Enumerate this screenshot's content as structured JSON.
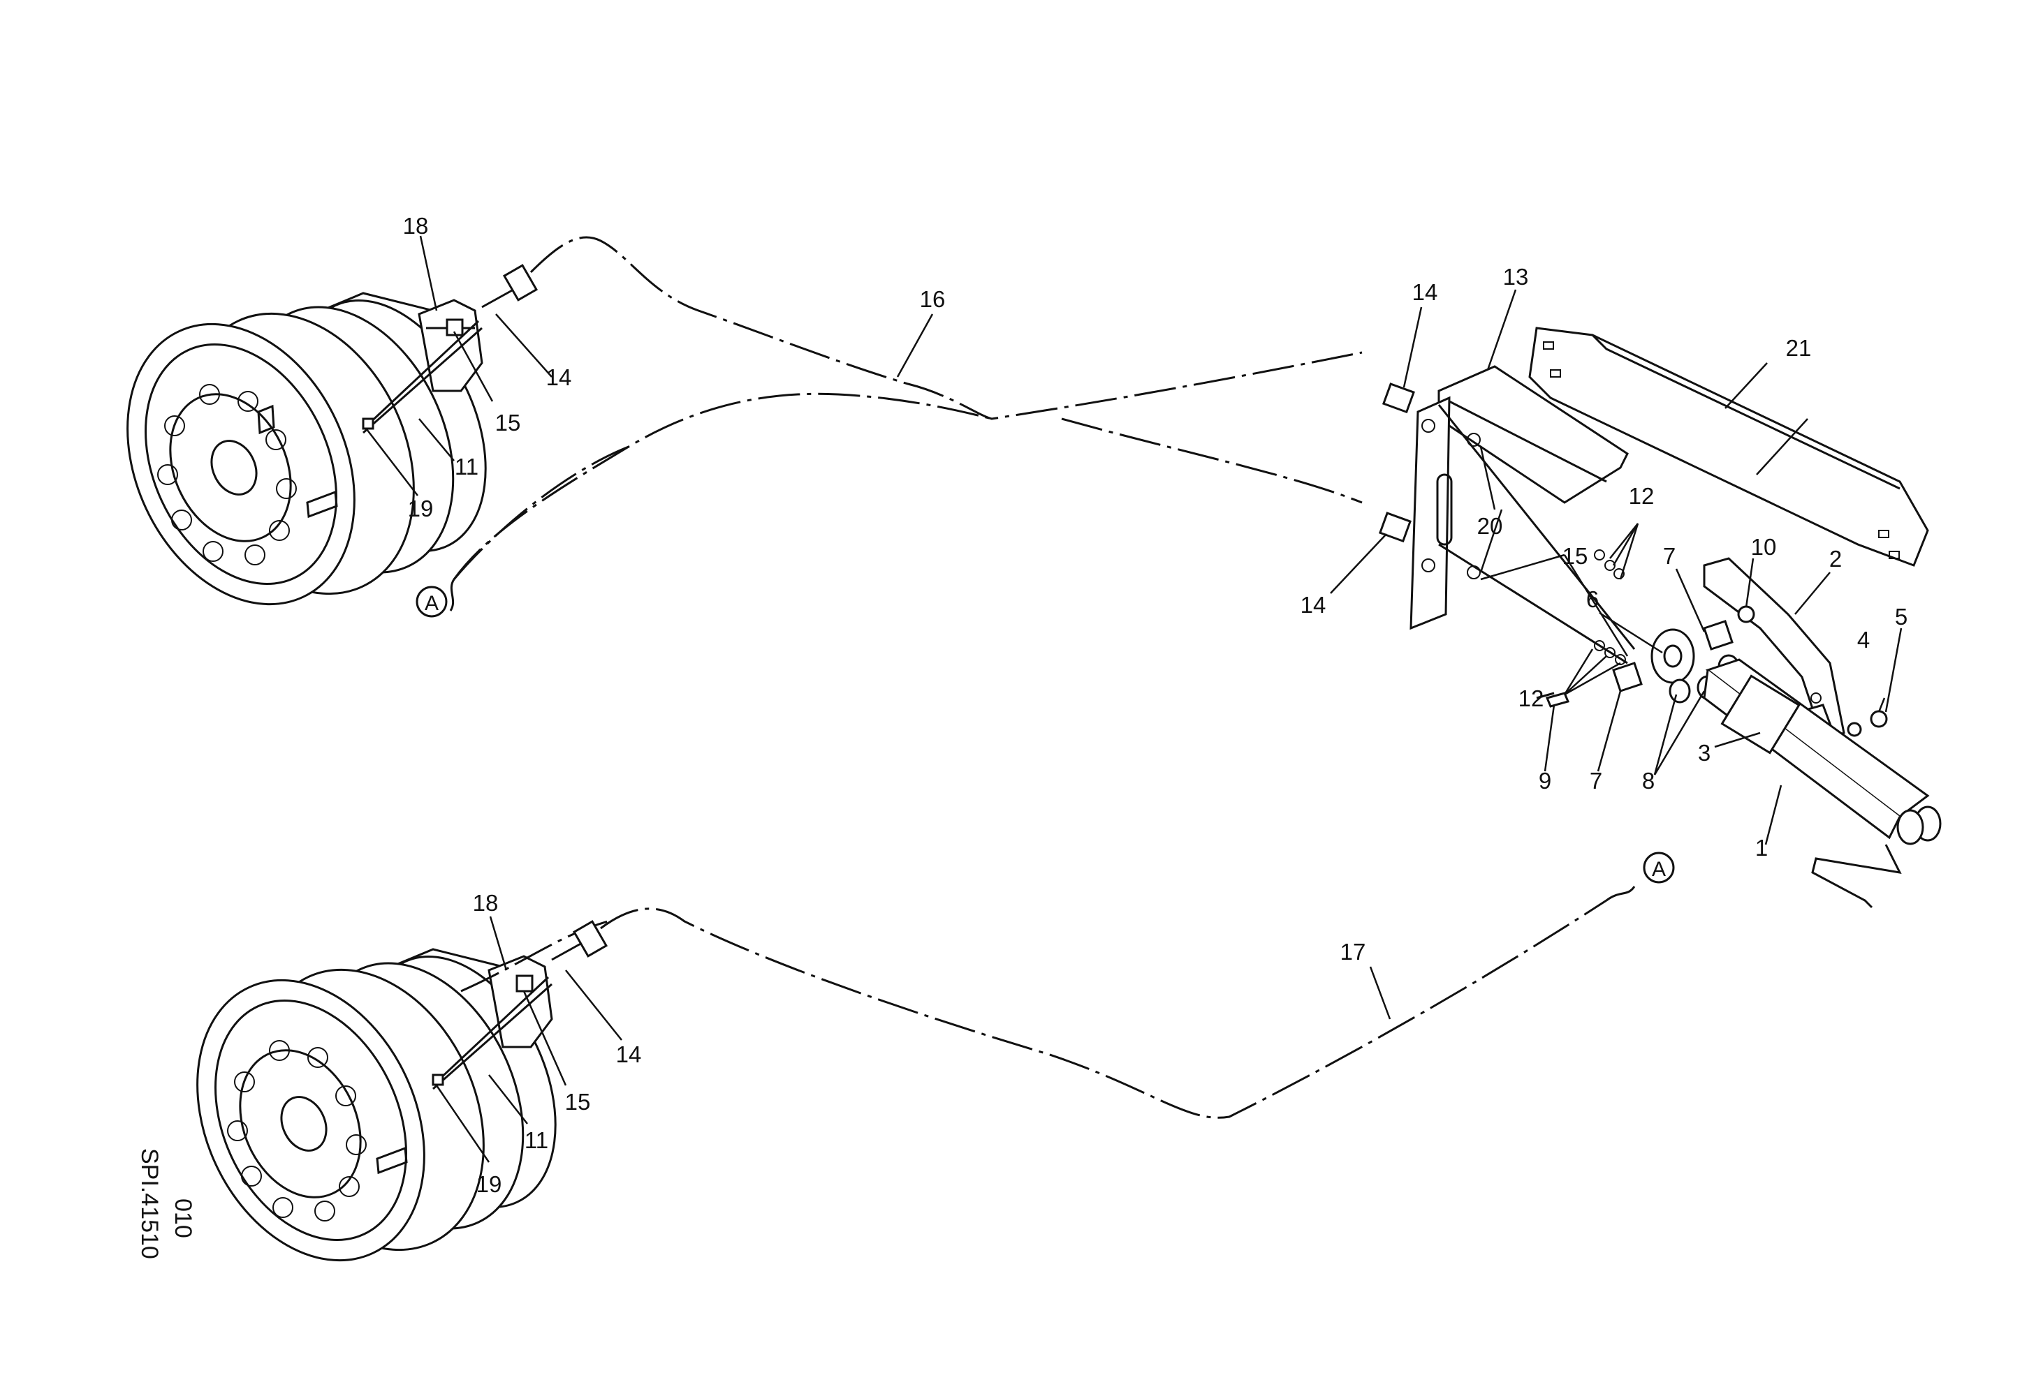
{
  "figure": {
    "sheet_code_line1": "SPI.41510",
    "sheet_code_line2": "010",
    "reference_marker": "A",
    "callouts": {
      "n1": "1",
      "n2": "2",
      "n3": "3",
      "n4": "4",
      "n5": "5",
      "n6": "6",
      "n7": "7",
      "n8": "8",
      "n9": "9",
      "n10": "10",
      "n11": "11",
      "n12": "12",
      "n13": "13",
      "n14": "14",
      "n15": "15",
      "n16": "16",
      "n17": "17",
      "n18": "18",
      "n19": "19",
      "n20": "20",
      "n21": "21"
    }
  },
  "colors": {
    "ink": "#111111",
    "paper": "#ffffff"
  }
}
